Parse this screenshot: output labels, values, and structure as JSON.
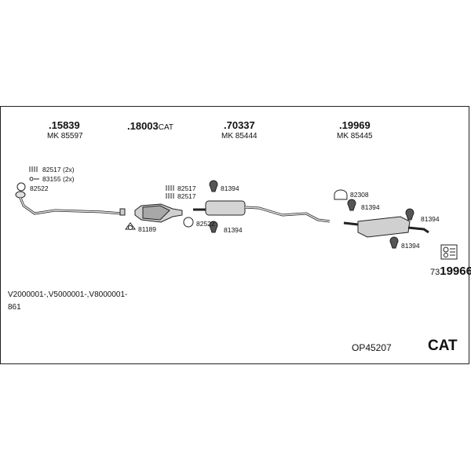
{
  "parts": {
    "p1": {
      "number": ".15839",
      "mk": "MK 85597"
    },
    "p2": {
      "number": ".18003",
      "suffix": "CAT"
    },
    "p3": {
      "number": ".70337",
      "mk": "MK 85444"
    },
    "p4": {
      "number": ".19969",
      "mk": "MK 85445"
    }
  },
  "labels": {
    "l82517_2x": "82517 (2x)",
    "l83155_2x": "83155 (2x)",
    "l82522_a": "82522",
    "l81189": "81189",
    "l82517_a": "82517",
    "l82517_b": "82517",
    "l82522_b": "82522",
    "l81394_a": "81394",
    "l81394_b": "81394",
    "l82308": "82308",
    "l81394_c": "81394",
    "l81394_d": "81394",
    "l81394_e": "81394"
  },
  "kit": {
    "prefix": "73",
    "number": "19966"
  },
  "vin_range": "V2000001-,V5000001-,V8000001-",
  "code": "861",
  "set_code": "OP45207",
  "cat_label": "CAT",
  "colors": {
    "line": "#222222",
    "part_fill": "#d8d8d8",
    "part_dark": "#9a9a9a"
  }
}
